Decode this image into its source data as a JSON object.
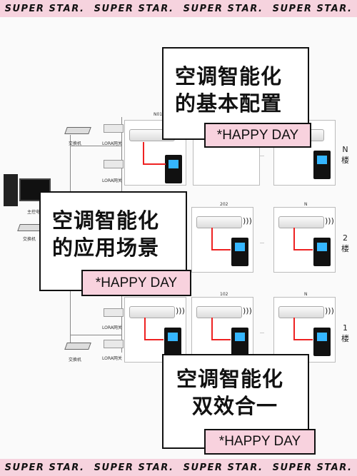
{
  "banner": {
    "items": [
      "SUPER STAR.",
      "SUPER STAR.",
      "SUPER STAR.",
      "SUPER STAR."
    ]
  },
  "callouts": [
    {
      "lines": [
        "空调智能化",
        "的基本配置"
      ],
      "tag": "*HAPPY DAY"
    },
    {
      "lines": [
        "空调智能化",
        "的应用场景"
      ],
      "tag": "*HAPPY DAY"
    },
    {
      "lines": [
        "空调智能化",
        "双效合一"
      ],
      "tag": "*HAPPY DAY"
    }
  ],
  "diagram": {
    "switch_label": "交换机",
    "gateway_label": "LORA网关",
    "host_label": "主控电脑",
    "unit_labels": {
      "top_left": "N01",
      "middle": "202",
      "middle_right": "N",
      "bottom": "102",
      "bottom_right": "N"
    },
    "floors": [
      {
        "lines": [
          "N",
          "楼"
        ]
      },
      {
        "lines": [
          "2",
          "楼"
        ]
      },
      {
        "lines": [
          "1",
          "楼"
        ]
      }
    ],
    "dots": [
      "…",
      "…",
      "…"
    ],
    "wifi_icon": "wifi-signal-icon",
    "colors": {
      "wire": "#e22222",
      "panel_screen": "#35b6ff",
      "banner": "#f6d3de",
      "tag": "#f8d2de"
    }
  }
}
